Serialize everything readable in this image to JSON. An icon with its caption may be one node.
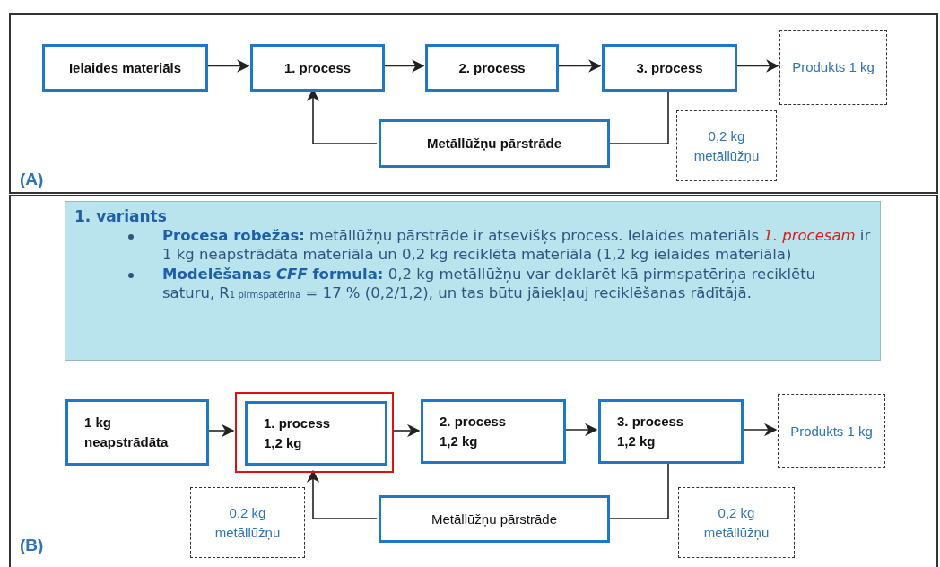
{
  "diagram": {
    "nodes": [
      {
        "text": [
          "(A)"
        ]
      },
      {
        "text": [
          "Ielaides materiāls"
        ],
        "in": 0
      },
      {
        "text": [
          "1. process"
        ],
        "in": 0
      },
      {
        "text": [
          "2. process"
        ],
        "in": 0
      },
      {
        "text": [
          "3. process"
        ],
        "in": 0
      },
      {
        "text": [
          "Produkts 1 kg"
        ],
        "in": 0
      },
      {
        "text": [
          "Metāllūžņu pārstrāde"
        ],
        "in": 0
      },
      {
        "text": [
          "0,2 kg metāllūžņu"
        ],
        "in": 0
      },
      {
        "text": [
          "(B)"
        ]
      },
      {
        "text": [
          "1. variants",
          "**Procesa robežas:** metāllūžņu pārstrāde ir atsevišķs process. Ielaides materiāls *1. procesam* ir 1 kg neapstrādāta materiāla un 0,2 kg reciklēta materiāla (1,2 kg ielaides materiāla)",
          "**Modelēšanas *CFF* formula:** 0,2 kg metāllūžņu var deklarēt kā pirmspatēriņa reciklētu saturu, R$_{1 pirmspatēriņa}$ = 17 % (0,2/1,2), un tas būtu jāiekļauj reciklēšanas rādītājā."
        ],
        "in": 8
      },
      {
        "text": [
          "1 kg neapstrādāta"
        ],
        "in": 8
      },
      {
        "text": [],
        "shape": "box",
        "in": 8
      },
      {
        "text": [
          "1. process",
          "1,2 kg"
        ],
        "in": 11
      },
      {
        "text": [
          "2. process",
          "1,2 kg"
        ],
        "in": 8
      },
      {
        "text": [
          "3. process",
          "1,2 kg"
        ],
        "in": 8
      },
      {
        "text": [
          "Produkts 1 kg"
        ],
        "in": 8
      },
      {
        "text": [
          "0,2 kg metāllūžņu"
        ],
        "in": 8
      },
      {
        "text": [
          "Metāllūžņu pārstrāde"
        ],
        "in": 8
      },
      {
        "text": [
          "0,2 kg metāllūžņu"
        ],
        "in": 8
      }
    ],
    "edges": [
      {
        "from": 1,
        "to": 2,
        "arrow": "to"
      },
      {
        "from": 2,
        "to": 3,
        "arrow": "to"
      },
      {
        "from": 3,
        "to": 4,
        "arrow": "to"
      },
      {
        "from": 4,
        "to": 5,
        "arrow": "to"
      },
      {
        "from": 4,
        "to": 6,
        "arrow": "none"
      },
      {
        "from": 6,
        "to": 2,
        "arrow": "to"
      },
      {
        "from": 10,
        "to": 11,
        "arrow": "to"
      },
      {
        "from": 11,
        "to": 13,
        "arrow": "to"
      },
      {
        "from": 13,
        "to": 14,
        "arrow": "to"
      },
      {
        "from": 14,
        "to": 15,
        "arrow": "to"
      },
      {
        "from": 14,
        "to": 17,
        "arrow": "none"
      },
      {
        "from": 17,
        "to": 11,
        "arrow": "to"
      }
    ]
  }
}
